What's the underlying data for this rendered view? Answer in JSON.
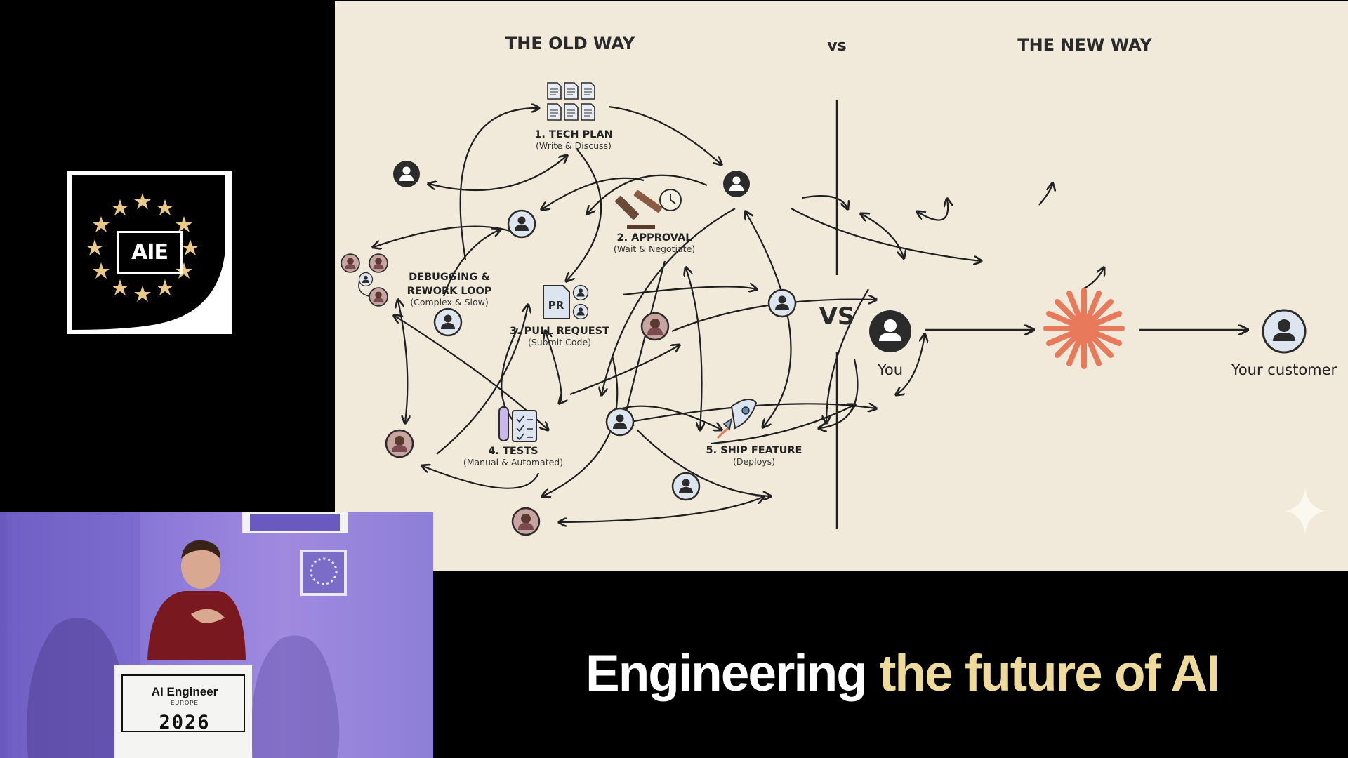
{
  "logo": {
    "text": "AIE",
    "color": "#e8c98a"
  },
  "slide": {
    "old_heading": "THE OLD WAY",
    "vs_small": "vs",
    "new_heading": "THE NEW WAY",
    "vs_big": "VS",
    "old_way_steps": [
      {
        "title": "1. TECH PLAN",
        "subtitle": "(Write & Discuss)"
      },
      {
        "title": "2. APPROVAL",
        "subtitle": "(Wait & Negotiate)"
      },
      {
        "title": "3. PULL REQUEST",
        "subtitle": "(Submit Code)"
      },
      {
        "title": "4. TESTS",
        "subtitle": "(Manual & Automated)"
      },
      {
        "title": "5. SHIP FEATURE",
        "subtitle": "(Deploys)"
      }
    ],
    "loop": {
      "line1": "DEBUGGING &",
      "line2": "REWORK LOOP",
      "subtitle": "(Complex & Slow)"
    },
    "pr_badge": "PR",
    "new_way": {
      "you_label": "You",
      "customer_label": "Your customer",
      "accent": "#e8795a"
    }
  },
  "stage": {
    "sign_title": "AI Engineer",
    "sign_subtitle": "EUROPE",
    "sign_year": "2026"
  },
  "tagline": {
    "part1": "Engineering ",
    "part2": "the future of AI",
    "accent": "#eedb9c"
  }
}
